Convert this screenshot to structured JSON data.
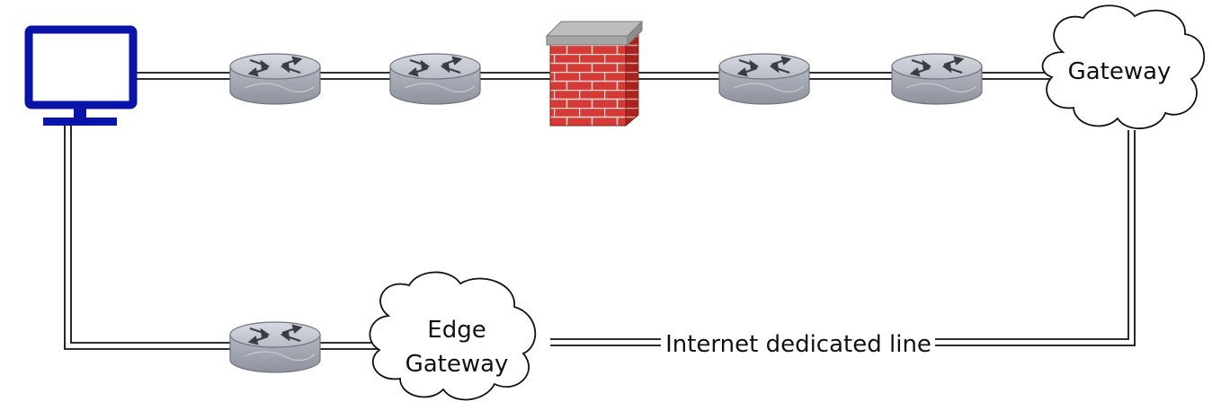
{
  "nodes": {
    "gateway": {
      "label": "Gateway"
    },
    "edge_gateway": {
      "line1": "Edge",
      "line2": "Gateway"
    }
  },
  "links": {
    "dedicated_line_label": "Internet dedicated line"
  },
  "colors": {
    "monitor": "#0a14a8",
    "router_top": "#c7cad3",
    "router_body": "#a9adb8",
    "firewall_brick": "#c8312f",
    "firewall_cap": "#a6a6a6",
    "line": "#111111"
  },
  "icons": {
    "computer": "monitor-icon",
    "router": "router-icon",
    "firewall": "firewall-icon",
    "cloud": "cloud-icon"
  }
}
